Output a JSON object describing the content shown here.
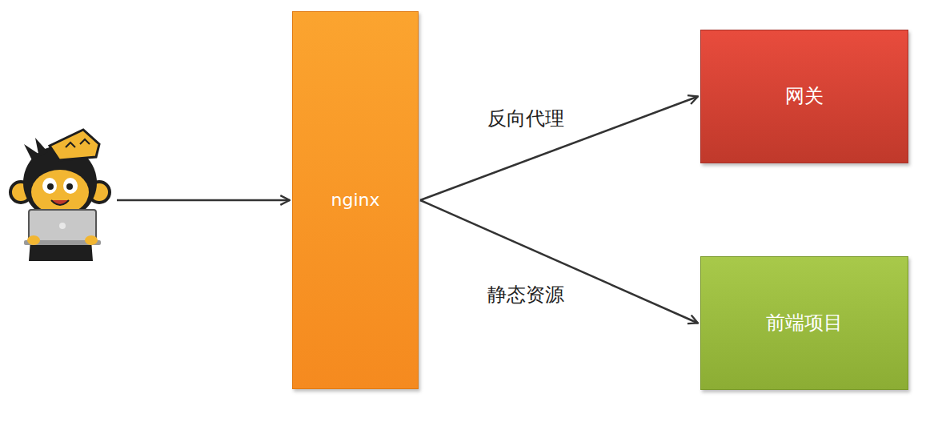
{
  "diagram": {
    "nodes": [
      {
        "text": [
          "nginx"
        ]
      },
      {
        "text": [
          "网关"
        ]
      },
      {
        "text": [
          "前端项目"
        ]
      }
    ],
    "edges": [
      {
        "from": 0,
        "to": 1,
        "label": "反向代理",
        "arrow": "to"
      },
      {
        "from": 0,
        "to": 2,
        "label": "静态资源",
        "arrow": "to"
      }
    ]
  }
}
